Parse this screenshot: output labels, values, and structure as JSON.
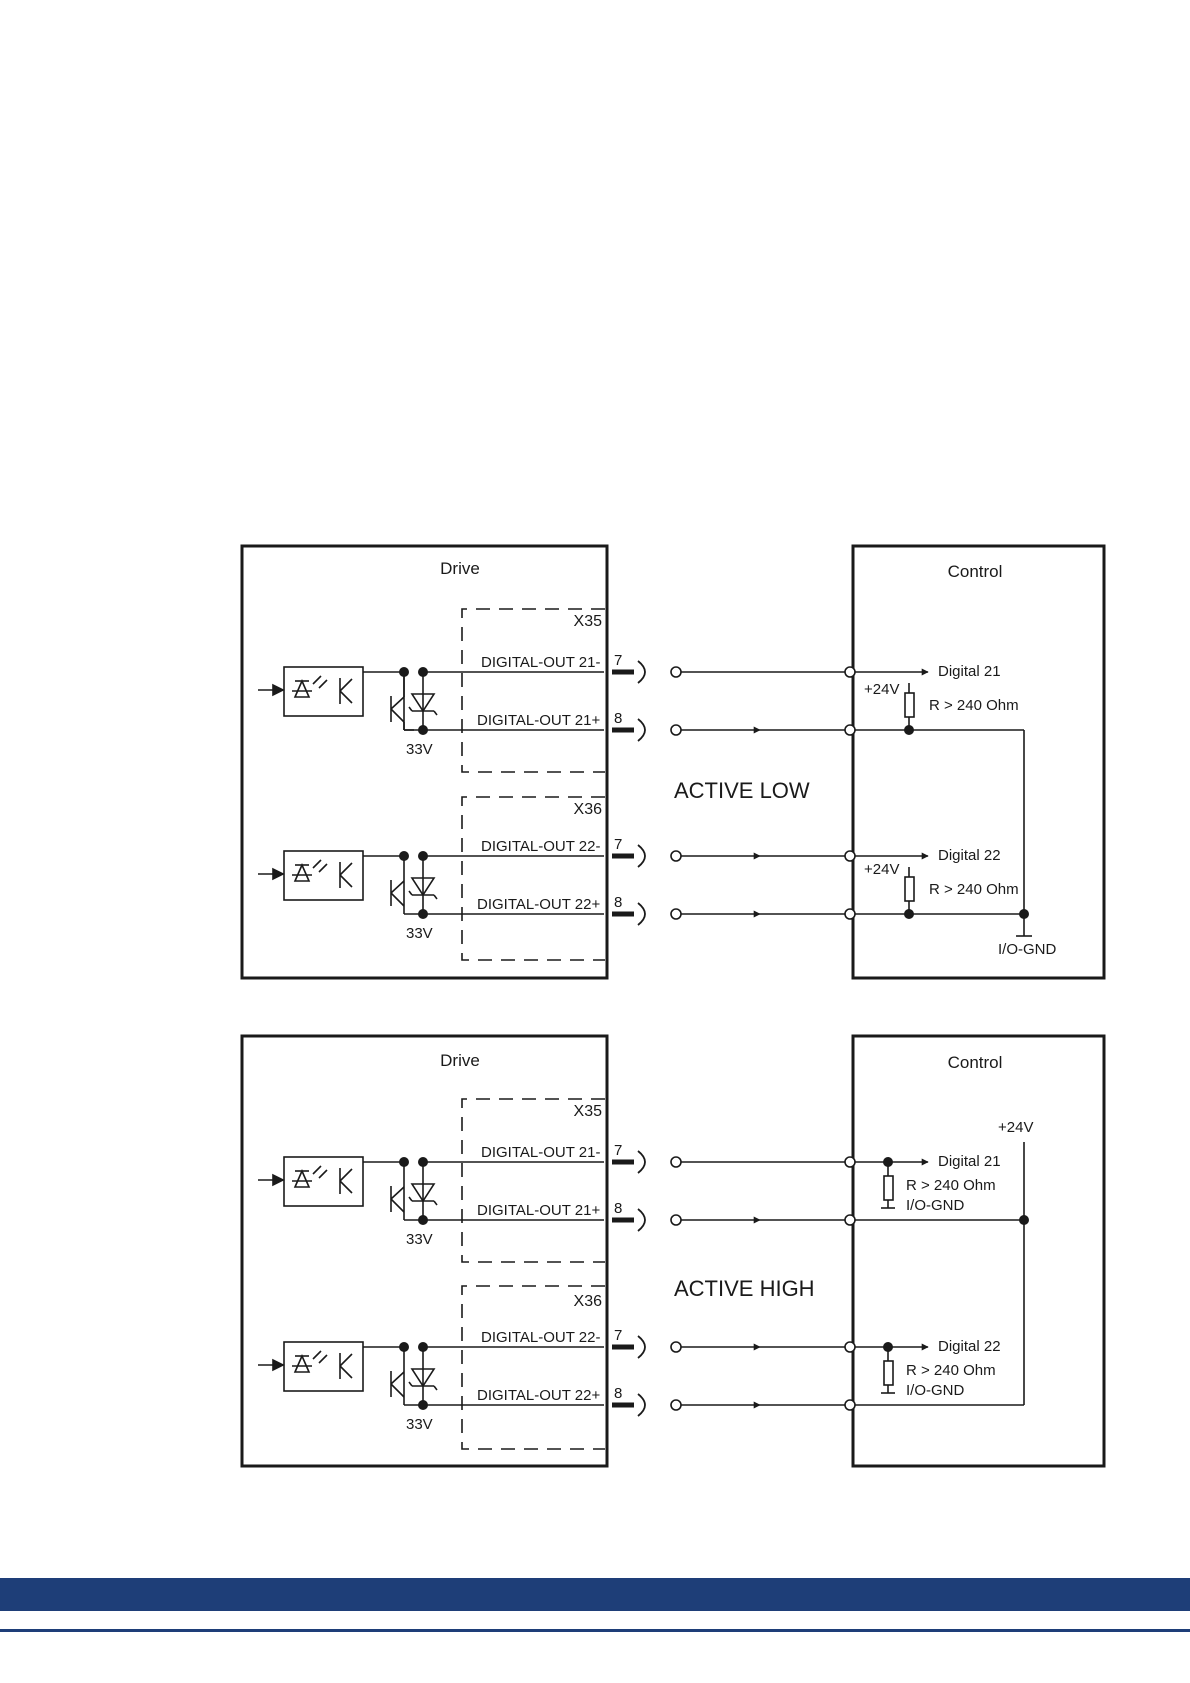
{
  "colors": {
    "line": "#1a1a1a",
    "footer": "#1e3e78"
  },
  "diagrams": [
    {
      "mode": "ACTIVE LOW",
      "drive_title": "Drive",
      "control_title": "Control",
      "channels": [
        {
          "connector": "X35",
          "out_minus": "DIGITAL-OUT 21-",
          "out_plus": "DIGITAL-OUT 21+",
          "pin_minus": "7",
          "pin_plus": "8",
          "zener": "33V",
          "input": "Digital 21",
          "supply": "+24V",
          "resistor": "R > 240 Ohm"
        },
        {
          "connector": "X36",
          "out_minus": "DIGITAL-OUT 22-",
          "out_plus": "DIGITAL-OUT 22+",
          "pin_minus": "7",
          "pin_plus": "8",
          "zener": "33V",
          "input": "Digital 22",
          "supply": "+24V",
          "resistor": "R > 240 Ohm"
        }
      ],
      "ground": "I/O-GND"
    },
    {
      "mode": "ACTIVE HIGH",
      "drive_title": "Drive",
      "control_title": "Control",
      "supply": "+24V",
      "channels": [
        {
          "connector": "X35",
          "out_minus": "DIGITAL-OUT 21-",
          "out_plus": "DIGITAL-OUT 21+",
          "pin_minus": "7",
          "pin_plus": "8",
          "zener": "33V",
          "input": "Digital 21",
          "resistor": "R > 240 Ohm",
          "ground": "I/O-GND"
        },
        {
          "connector": "X36",
          "out_minus": "DIGITAL-OUT 22-",
          "out_plus": "DIGITAL-OUT 22+",
          "pin_minus": "7",
          "pin_plus": "8",
          "zener": "33V",
          "input": "Digital 22",
          "resistor": "R > 240 Ohm",
          "ground": "I/O-GND"
        }
      ]
    }
  ]
}
